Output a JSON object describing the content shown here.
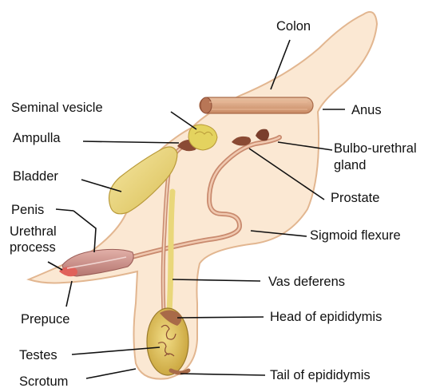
{
  "diagram": {
    "labels": {
      "colon": "Colon",
      "anus": "Anus",
      "seminal_vesicle": "Seminal vesicle",
      "ampulla": "Ampulla",
      "bulbo_urethral_1": "Bulbo-urethral",
      "bulbo_urethral_2": "gland",
      "bladder": "Bladder",
      "prostate": "Prostate",
      "penis": "Penis",
      "urethral_process_1": "Urethral",
      "urethral_process_2": "process",
      "sigmoid_flexure": "Sigmoid flexure",
      "vas_deferens": "Vas deferens",
      "prepuce": "Prepuce",
      "head_of_epididymis": "Head of epididymis",
      "testes": "Testes",
      "scrotum": "Scrotum",
      "tail_of_epididymis": "Tail of epididymis"
    },
    "colors": {
      "body_fill": "#fbe8d3",
      "body_outline": "#e2b690",
      "colon": "#d9a07a",
      "seminal_vesicle": "#e4d35f",
      "bladder": "#ebd780",
      "gland": "#8a4a34",
      "penis": "#c98c86",
      "tip": "#e0615a",
      "tube": "#d8a488",
      "testis": "#dcc25c",
      "epididymis": "#a86a48",
      "leader": "#111111"
    }
  }
}
